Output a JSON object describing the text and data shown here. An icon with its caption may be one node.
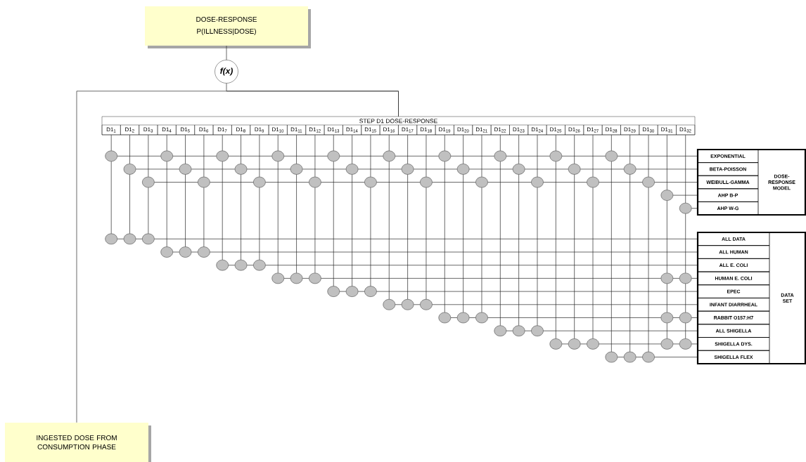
{
  "diagram": {
    "nodes": [
      {
        "text": [
          "DOSE-RESPONSE",
          "P(ILLNESS|DOSE)"
        ]
      },
      {
        "text": [
          "f(x)"
        ]
      },
      {
        "text": [
          "INGESTED DOSE FROM CONSUMPTION PHASE"
        ]
      },
      {
        "text": [
          "STEP D1 DOSE-RESPONSE"
        ]
      },
      {
        "text": [
          "D1$_{1}$"
        ],
        "in": 3
      },
      {
        "text": [
          "D1$_{2}$"
        ],
        "in": 3
      },
      {
        "text": [
          "D1$_{3}$"
        ],
        "in": 3
      },
      {
        "text": [
          "D1$_{4}$"
        ],
        "in": 3
      },
      {
        "text": [
          "D1$_{5}$"
        ],
        "in": 3
      },
      {
        "text": [
          "D1$_{6}$"
        ],
        "in": 3
      },
      {
        "text": [
          "D1$_{7}$"
        ],
        "in": 3
      },
      {
        "text": [
          "D1$_{8}$"
        ],
        "in": 3
      },
      {
        "text": [
          "D1$_{9}$"
        ],
        "in": 3
      },
      {
        "text": [
          "D1$_{10}$"
        ],
        "in": 3
      },
      {
        "text": [
          "D1$_{11}$"
        ],
        "in": 3
      },
      {
        "text": [
          "D1$_{12}$"
        ],
        "in": 3
      },
      {
        "text": [
          "D1$_{13}$"
        ],
        "in": 3
      },
      {
        "text": [
          "D1$_{14}$"
        ],
        "in": 3
      },
      {
        "text": [
          "D1$_{15}$"
        ],
        "in": 3
      },
      {
        "text": [
          "D1$_{16}$"
        ],
        "in": 3
      },
      {
        "text": [
          "D1$_{17}$"
        ],
        "in": 3
      },
      {
        "text": [
          "D1$_{18}$"
        ],
        "in": 3
      },
      {
        "text": [
          "D1$_{19}$"
        ],
        "in": 3
      },
      {
        "text": [
          "D1$_{20}$"
        ],
        "in": 3
      },
      {
        "text": [
          "D1$_{21}$"
        ],
        "in": 3
      },
      {
        "text": [
          "D1$_{22}$"
        ],
        "in": 3
      },
      {
        "text": [
          "D1$_{23}$"
        ],
        "in": 3
      },
      {
        "text": [
          "D1$_{24}$"
        ],
        "in": 3
      },
      {
        "text": [
          "D1$_{25}$"
        ],
        "in": 3
      },
      {
        "text": [
          "D1$_{26}$"
        ],
        "in": 3
      },
      {
        "text": [
          "D1$_{27}$"
        ],
        "in": 3
      },
      {
        "text": [
          "D1$_{28}$"
        ],
        "in": 3
      },
      {
        "text": [
          "D1$_{29}$"
        ],
        "in": 3
      },
      {
        "text": [
          "D1$_{30}$"
        ],
        "in": 3
      },
      {
        "text": [
          "D1$_{31}$"
        ],
        "in": 3
      },
      {
        "text": [
          "D1$_{32}$"
        ],
        "in": 3
      },
      {
        "text": [
          "DOSE-RESPONSE MODEL"
        ]
      },
      {
        "text": [
          "EXPONENTIAL"
        ],
        "in": 36
      },
      {
        "text": [
          "BETA-POISSON"
        ],
        "in": 36
      },
      {
        "text": [
          "WEIBULL-GAMMA"
        ],
        "in": 36
      },
      {
        "text": [
          "AHP B-P"
        ],
        "in": 36
      },
      {
        "text": [
          "AHP W-G"
        ],
        "in": 36
      },
      {
        "text": [
          "DATA SET"
        ]
      },
      {
        "text": [
          "ALL DATA"
        ],
        "in": 42
      },
      {
        "text": [
          "ALL HUMAN"
        ],
        "in": 42
      },
      {
        "text": [
          "ALL E. COLI"
        ],
        "in": 42
      },
      {
        "text": [
          "HUMAN E. COLI"
        ],
        "in": 42
      },
      {
        "text": [
          "EPEC"
        ],
        "in": 42
      },
      {
        "text": [
          "INFANT DIARRHEAL"
        ],
        "in": 42
      },
      {
        "text": [
          "RABBIT O157:H7"
        ],
        "in": 42
      },
      {
        "text": [
          "ALL SHIGELLA"
        ],
        "in": 42
      },
      {
        "text": [
          "SHIGELLA DYS."
        ],
        "in": 42
      },
      {
        "text": [
          "SHIGELLA FLEX"
        ],
        "in": 42
      },
      {
        "text": [],
        "shape": "circle"
      },
      {
        "text": [],
        "shape": "circle"
      },
      {
        "text": [],
        "shape": "circle"
      },
      {
        "text": [],
        "shape": "circle"
      },
      {
        "text": [],
        "shape": "circle"
      },
      {
        "text": [],
        "shape": "circle"
      },
      {
        "text": [],
        "shape": "circle"
      },
      {
        "text": [],
        "shape": "circle"
      },
      {
        "text": [],
        "shape": "circle"
      },
      {
        "text": [],
        "shape": "circle"
      },
      {
        "text": [],
        "shape": "circle"
      },
      {
        "text": [],
        "shape": "circle"
      },
      {
        "text": [],
        "shape": "circle"
      },
      {
        "text": [],
        "shape": "circle"
      },
      {
        "text": [],
        "shape": "circle"
      },
      {
        "text": [],
        "shape": "circle"
      },
      {
        "text": [],
        "shape": "circle"
      },
      {
        "text": [],
        "shape": "circle"
      },
      {
        "text": [],
        "shape": "circle"
      },
      {
        "text": [],
        "shape": "circle"
      },
      {
        "text": [],
        "shape": "circle"
      },
      {
        "text": [],
        "shape": "circle"
      },
      {
        "text": [],
        "shape": "circle"
      },
      {
        "text": [],
        "shape": "circle"
      },
      {
        "text": [],
        "shape": "circle"
      },
      {
        "text": [],
        "shape": "circle"
      },
      {
        "text": [],
        "shape": "circle"
      },
      {
        "text": [],
        "shape": "circle"
      },
      {
        "text": [],
        "shape": "circle"
      },
      {
        "text": [],
        "shape": "circle"
      },
      {
        "text": [],
        "shape": "circle"
      },
      {
        "text": [],
        "shape": "circle"
      },
      {
        "text": [],
        "shape": "circle"
      },
      {
        "text": [],
        "shape": "circle"
      },
      {
        "text": [],
        "shape": "circle"
      },
      {
        "text": [],
        "shape": "circle"
      },
      {
        "text": [],
        "shape": "circle"
      },
      {
        "text": [],
        "shape": "circle"
      },
      {
        "text": [],
        "shape": "circle"
      },
      {
        "text": [],
        "shape": "circle"
      },
      {
        "text": [],
        "shape": "circle"
      },
      {
        "text": [],
        "shape": "circle"
      },
      {
        "text": [],
        "shape": "circle"
      },
      {
        "text": [],
        "shape": "circle"
      },
      {
        "text": [],
        "shape": "circle"
      },
      {
        "text": [],
        "shape": "circle"
      },
      {
        "text": [],
        "shape": "circle"
      },
      {
        "text": [],
        "shape": "circle"
      },
      {
        "text": [],
        "shape": "circle"
      },
      {
        "text": [],
        "shape": "circle"
      },
      {
        "text": [],
        "shape": "circle"
      },
      {
        "text": [],
        "shape": "circle"
      },
      {
        "text": [],
        "shape": "circle"
      },
      {
        "text": [],
        "shape": "circle"
      },
      {
        "text": [],
        "shape": "circle"
      },
      {
        "text": [],
        "shape": "circle"
      },
      {
        "text": [],
        "shape": "circle"
      },
      {
        "text": [],
        "shape": "circle"
      },
      {
        "text": [],
        "shape": "circle"
      },
      {
        "text": [],
        "shape": "circle"
      },
      {
        "text": [],
        "shape": "circle"
      },
      {
        "text": [],
        "shape": "circle"
      },
      {
        "text": [],
        "shape": "circle"
      },
      {
        "text": [],
        "shape": "circle"
      },
      {
        "text": [],
        "shape": "circle"
      },
      {
        "text": [],
        "shape": "circle"
      },
      {
        "text": [],
        "shape": "circle"
      },
      {
        "text": [],
        "shape": "circle"
      }
    ],
    "edges": [
      {
        "from": 0,
        "to": 1,
        "arrow": "none"
      },
      {
        "from": 1,
        "to": 3,
        "arrow": "none"
      },
      {
        "from": 2,
        "to": 3,
        "arrow": "none"
      },
      {
        "from": 4,
        "to": 53,
        "arrow": "none"
      },
      {
        "from": 5,
        "to": 54,
        "arrow": "none"
      },
      {
        "from": 6,
        "to": 55,
        "arrow": "none"
      },
      {
        "from": 7,
        "to": 56,
        "arrow": "none"
      },
      {
        "from": 8,
        "to": 57,
        "arrow": "none"
      },
      {
        "from": 9,
        "to": 58,
        "arrow": "none"
      },
      {
        "from": 10,
        "to": 59,
        "arrow": "none"
      },
      {
        "from": 11,
        "to": 60,
        "arrow": "none"
      },
      {
        "from": 12,
        "to": 61,
        "arrow": "none"
      },
      {
        "from": 13,
        "to": 62,
        "arrow": "none"
      },
      {
        "from": 14,
        "to": 63,
        "arrow": "none"
      },
      {
        "from": 15,
        "to": 64,
        "arrow": "none"
      },
      {
        "from": 16,
        "to": 65,
        "arrow": "none"
      },
      {
        "from": 17,
        "to": 66,
        "arrow": "none"
      },
      {
        "from": 18,
        "to": 67,
        "arrow": "none"
      },
      {
        "from": 19,
        "to": 68,
        "arrow": "none"
      },
      {
        "from": 20,
        "to": 69,
        "arrow": "none"
      },
      {
        "from": 21,
        "to": 70,
        "arrow": "none"
      },
      {
        "from": 22,
        "to": 71,
        "arrow": "none"
      },
      {
        "from": 23,
        "to": 72,
        "arrow": "none"
      },
      {
        "from": 24,
        "to": 73,
        "arrow": "none"
      },
      {
        "from": 25,
        "to": 74,
        "arrow": "none"
      },
      {
        "from": 26,
        "to": 75,
        "arrow": "none"
      },
      {
        "from": 27,
        "to": 76,
        "arrow": "none"
      },
      {
        "from": 28,
        "to": 77,
        "arrow": "none"
      },
      {
        "from": 29,
        "to": 78,
        "arrow": "none"
      },
      {
        "from": 30,
        "to": 79,
        "arrow": "none"
      },
      {
        "from": 31,
        "to": 80,
        "arrow": "none"
      },
      {
        "from": 32,
        "to": 81,
        "arrow": "none"
      },
      {
        "from": 33,
        "to": 82,
        "arrow": "none"
      },
      {
        "from": 34,
        "to": 83,
        "arrow": "none"
      },
      {
        "from": 35,
        "to": 84,
        "arrow": "none"
      },
      {
        "from": 53,
        "to": 85,
        "arrow": "none"
      },
      {
        "from": 54,
        "to": 86,
        "arrow": "none"
      },
      {
        "from": 55,
        "to": 87,
        "arrow": "none"
      },
      {
        "from": 56,
        "to": 88,
        "arrow": "none"
      },
      {
        "from": 57,
        "to": 89,
        "arrow": "none"
      },
      {
        "from": 58,
        "to": 90,
        "arrow": "none"
      },
      {
        "from": 59,
        "to": 91,
        "arrow": "none"
      },
      {
        "from": 60,
        "to": 92,
        "arrow": "none"
      },
      {
        "from": 61,
        "to": 93,
        "arrow": "none"
      },
      {
        "from": 62,
        "to": 94,
        "arrow": "none"
      },
      {
        "from": 63,
        "to": 95,
        "arrow": "none"
      },
      {
        "from": 64,
        "to": 96,
        "arrow": "none"
      },
      {
        "from": 65,
        "to": 97,
        "arrow": "none"
      },
      {
        "from": 66,
        "to": 98,
        "arrow": "none"
      },
      {
        "from": 67,
        "to": 99,
        "arrow": "none"
      },
      {
        "from": 68,
        "to": 100,
        "arrow": "none"
      },
      {
        "from": 69,
        "to": 101,
        "arrow": "none"
      },
      {
        "from": 70,
        "to": 102,
        "arrow": "none"
      },
      {
        "from": 71,
        "to": 103,
        "arrow": "none"
      },
      {
        "from": 72,
        "to": 104,
        "arrow": "none"
      },
      {
        "from": 73,
        "to": 105,
        "arrow": "none"
      },
      {
        "from": 74,
        "to": 106,
        "arrow": "none"
      },
      {
        "from": 75,
        "to": 107,
        "arrow": "none"
      },
      {
        "from": 76,
        "to": 108,
        "arrow": "none"
      },
      {
        "from": 77,
        "to": 109,
        "arrow": "none"
      },
      {
        "from": 78,
        "to": 110,
        "arrow": "none"
      },
      {
        "from": 79,
        "to": 111,
        "arrow": "none"
      },
      {
        "from": 80,
        "to": 112,
        "arrow": "none"
      },
      {
        "from": 81,
        "to": 113,
        "arrow": "none"
      },
      {
        "from": 82,
        "to": 114,
        "arrow": "none"
      },
      {
        "from": 83,
        "to": 115,
        "arrow": "none"
      },
      {
        "from": 115,
        "to": 116,
        "arrow": "none"
      },
      {
        "from": 116,
        "to": 117,
        "arrow": "none"
      },
      {
        "from": 84,
        "to": 118,
        "arrow": "none"
      },
      {
        "from": 118,
        "to": 119,
        "arrow": "none"
      },
      {
        "from": 119,
        "to": 120,
        "arrow": "none"
      },
      {
        "from": 53,
        "to": 56,
        "arrow": "none"
      },
      {
        "from": 56,
        "to": 59,
        "arrow": "none"
      },
      {
        "from": 59,
        "to": 62,
        "arrow": "none"
      },
      {
        "from": 62,
        "to": 65,
        "arrow": "none"
      },
      {
        "from": 65,
        "to": 68,
        "arrow": "none"
      },
      {
        "from": 68,
        "to": 71,
        "arrow": "none"
      },
      {
        "from": 71,
        "to": 74,
        "arrow": "none"
      },
      {
        "from": 74,
        "to": 77,
        "arrow": "none"
      },
      {
        "from": 77,
        "to": 80,
        "arrow": "none"
      },
      {
        "from": 80,
        "to": 37,
        "arrow": "none"
      },
      {
        "from": 54,
        "to": 57,
        "arrow": "none"
      },
      {
        "from": 57,
        "to": 60,
        "arrow": "none"
      },
      {
        "from": 60,
        "to": 63,
        "arrow": "none"
      },
      {
        "from": 63,
        "to": 66,
        "arrow": "none"
      },
      {
        "from": 66,
        "to": 69,
        "arrow": "none"
      },
      {
        "from": 69,
        "to": 72,
        "arrow": "none"
      },
      {
        "from": 72,
        "to": 75,
        "arrow": "none"
      },
      {
        "from": 75,
        "to": 78,
        "arrow": "none"
      },
      {
        "from": 78,
        "to": 81,
        "arrow": "none"
      },
      {
        "from": 81,
        "to": 38,
        "arrow": "none"
      },
      {
        "from": 55,
        "to": 58,
        "arrow": "none"
      },
      {
        "from": 58,
        "to": 61,
        "arrow": "none"
      },
      {
        "from": 61,
        "to": 64,
        "arrow": "none"
      },
      {
        "from": 64,
        "to": 67,
        "arrow": "none"
      },
      {
        "from": 67,
        "to": 70,
        "arrow": "none"
      },
      {
        "from": 70,
        "to": 73,
        "arrow": "none"
      },
      {
        "from": 73,
        "to": 76,
        "arrow": "none"
      },
      {
        "from": 76,
        "to": 79,
        "arrow": "none"
      },
      {
        "from": 79,
        "to": 82,
        "arrow": "none"
      },
      {
        "from": 82,
        "to": 39,
        "arrow": "none"
      },
      {
        "from": 83,
        "to": 40,
        "arrow": "none"
      },
      {
        "from": 84,
        "to": 41,
        "arrow": "none"
      },
      {
        "from": 85,
        "to": 86,
        "arrow": "none"
      },
      {
        "from": 86,
        "to": 87,
        "arrow": "none"
      },
      {
        "from": 87,
        "to": 43,
        "arrow": "none"
      },
      {
        "from": 88,
        "to": 89,
        "arrow": "none"
      },
      {
        "from": 89,
        "to": 90,
        "arrow": "none"
      },
      {
        "from": 90,
        "to": 44,
        "arrow": "none"
      },
      {
        "from": 91,
        "to": 92,
        "arrow": "none"
      },
      {
        "from": 92,
        "to": 93,
        "arrow": "none"
      },
      {
        "from": 93,
        "to": 45,
        "arrow": "none"
      },
      {
        "from": 94,
        "to": 95,
        "arrow": "none"
      },
      {
        "from": 95,
        "to": 96,
        "arrow": "none"
      },
      {
        "from": 96,
        "to": 115,
        "arrow": "none"
      },
      {
        "from": 115,
        "to": 118,
        "arrow": "none"
      },
      {
        "from": 118,
        "to": 46,
        "arrow": "none"
      },
      {
        "from": 97,
        "to": 98,
        "arrow": "none"
      },
      {
        "from": 98,
        "to": 99,
        "arrow": "none"
      },
      {
        "from": 99,
        "to": 47,
        "arrow": "none"
      },
      {
        "from": 100,
        "to": 101,
        "arrow": "none"
      },
      {
        "from": 101,
        "to": 102,
        "arrow": "none"
      },
      {
        "from": 102,
        "to": 48,
        "arrow": "none"
      },
      {
        "from": 103,
        "to": 104,
        "arrow": "none"
      },
      {
        "from": 104,
        "to": 105,
        "arrow": "none"
      },
      {
        "from": 105,
        "to": 116,
        "arrow": "none"
      },
      {
        "from": 116,
        "to": 119,
        "arrow": "none"
      },
      {
        "from": 119,
        "to": 49,
        "arrow": "none"
      },
      {
        "from": 106,
        "to": 107,
        "arrow": "none"
      },
      {
        "from": 107,
        "to": 108,
        "arrow": "none"
      },
      {
        "from": 108,
        "to": 50,
        "arrow": "none"
      },
      {
        "from": 109,
        "to": 110,
        "arrow": "none"
      },
      {
        "from": 110,
        "to": 111,
        "arrow": "none"
      },
      {
        "from": 111,
        "to": 117,
        "arrow": "none"
      },
      {
        "from": 117,
        "to": 120,
        "arrow": "none"
      },
      {
        "from": 120,
        "to": 51,
        "arrow": "none"
      },
      {
        "from": 112,
        "to": 113,
        "arrow": "none"
      },
      {
        "from": 113,
        "to": 114,
        "arrow": "none"
      },
      {
        "from": 114,
        "to": 52,
        "arrow": "none"
      }
    ]
  }
}
